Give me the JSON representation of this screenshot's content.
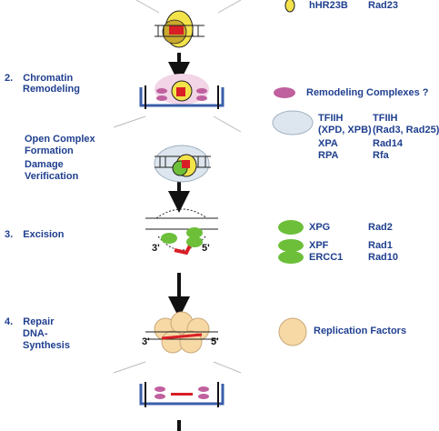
{
  "steps": [
    {
      "number": "2.",
      "line1": "Chromatin",
      "line2": "Remodeling"
    },
    {
      "number": "3.",
      "line1": "Excision"
    },
    {
      "number": "4.",
      "line1": "Repair",
      "line2": "DNA-",
      "line3": "Synthesis"
    }
  ],
  "substeps": {
    "open_complex": [
      "Open Complex",
      "Formation"
    ],
    "damage": [
      "Damage",
      "Verification"
    ]
  },
  "legend": {
    "hhr23b": {
      "human": "hHR23B",
      "yeast": "Rad23"
    },
    "remodeling": {
      "human": "Remodeling Complexes ?"
    },
    "tfiih": {
      "human_1": "TFIIH",
      "human_2": "(XPD, XPB)",
      "yeast_1": "TFIIH",
      "yeast_2": "(Rad3, Rad25)"
    },
    "xpa": {
      "human": "XPA",
      "yeast": "Rad14"
    },
    "rpa": {
      "human": "RPA",
      "yeast": "Rfa"
    },
    "xpg": {
      "human": "XPG",
      "yeast": "Rad2"
    },
    "xpf": {
      "human": "XPF",
      "yeast": "Rad1"
    },
    "ercc1": {
      "human": "ERCC1",
      "yeast": "Rad10"
    },
    "replication": {
      "human": "Replication Factors"
    }
  },
  "strand_labels": {
    "three_prime": "3'",
    "five_prime": "5'"
  },
  "colors": {
    "text": "#1f3f8f",
    "yellow": "#f3e34a",
    "red": "#d81f26",
    "pink": "#c0609e",
    "green": "#6dbf3a",
    "peach": "#f7d9a6",
    "pale_blue": "#dde6ee",
    "histone_blue": "#3a5ea8"
  }
}
